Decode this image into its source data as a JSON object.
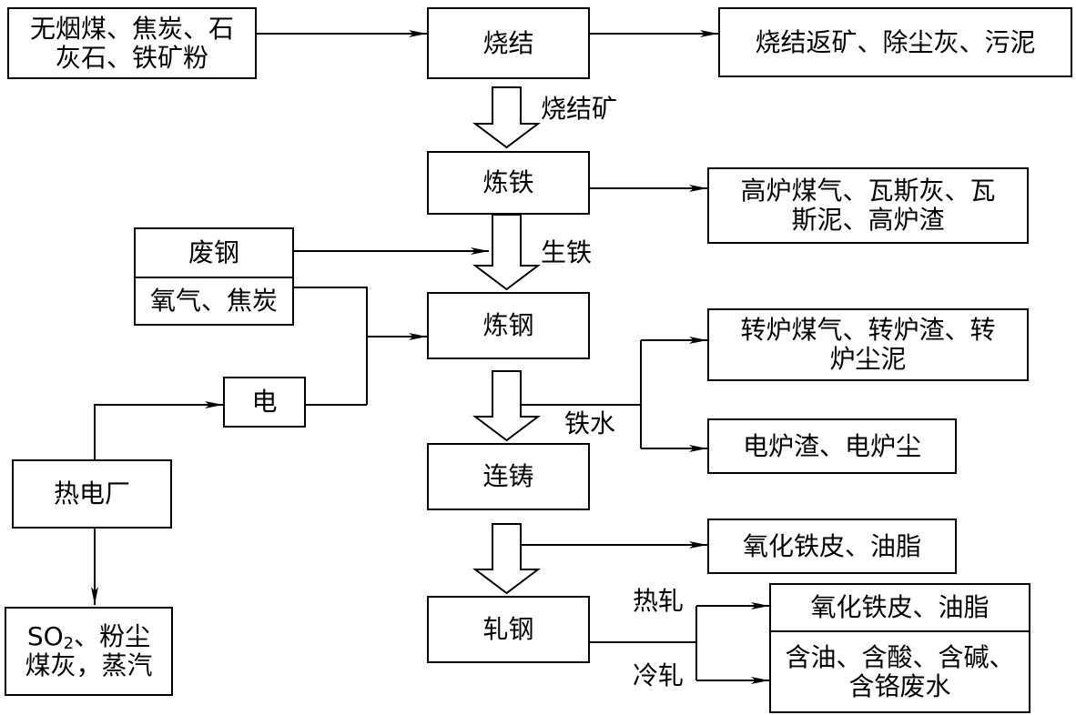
{
  "boxes": {
    "raw_materials": [
      "无烟煤、焦炭、石",
      "灰石、铁矿粉"
    ],
    "sintering": "烧结",
    "sinter_waste": "烧结返矿、除尘灰、污泥",
    "ironmaking": "炼铁",
    "blast_furnace_waste": [
      "高炉煤气、瓦斯灰、瓦",
      "斯泥、高炉渣"
    ],
    "scrap_steel": "废钢",
    "oxygen_coke": "氧气、焦炭",
    "steelmaking": "炼钢",
    "electricity": "电",
    "power_plant": "热电厂",
    "power_plant_waste": {
      "so": "SO",
      "sub": "2",
      "rest": "、粉尘",
      "line2": "煤灰，蒸汽"
    },
    "converter_waste": [
      "转炉煤气、转炉渣、转",
      "炉尘泥"
    ],
    "eaf_waste": "电炉渣、电炉尘",
    "continuous_casting": "连铸",
    "casting_waste": "氧化铁皮、油脂",
    "rolling": "轧钢",
    "hot_roll_waste": "氧化铁皮、油脂",
    "cold_roll_waste": [
      "含油、含酸、含碱、",
      "含铬废水"
    ]
  },
  "labels": {
    "sinter": "烧结矿",
    "pig_iron": "生铁",
    "molten_iron": "铁水",
    "hot_rolling": "热轧",
    "cold_rolling": "冷轧"
  }
}
